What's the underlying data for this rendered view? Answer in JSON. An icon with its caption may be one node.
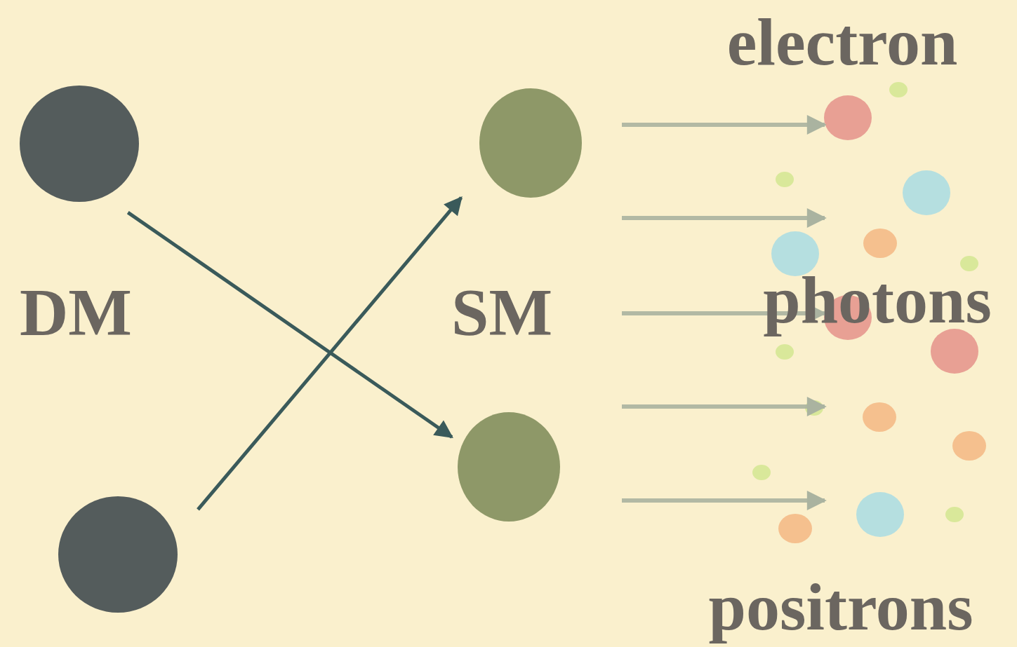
{
  "diagram": {
    "nodes": [
      {
        "text": [],
        "shape": "circle"
      },
      {
        "text": [],
        "shape": "circle"
      },
      {
        "text": [],
        "shape": "circle"
      },
      {
        "text": [],
        "shape": "circle"
      }
    ],
    "edges": [
      {
        "from": 0,
        "to": 3,
        "arrow": "to"
      },
      {
        "from": 1,
        "to": 2,
        "arrow": "to"
      }
    ],
    "labels": [
      "electron",
      "DM",
      "SM",
      "photons",
      "positrons"
    ]
  }
}
